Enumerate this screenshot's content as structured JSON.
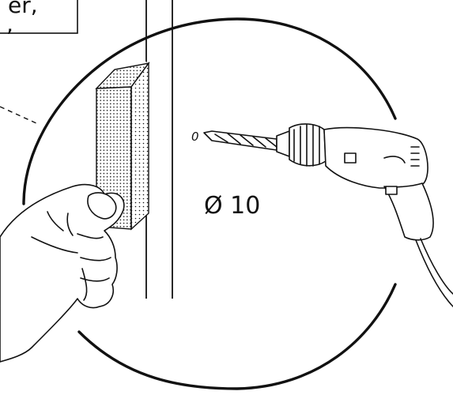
{
  "callout": {
    "line1": "er,",
    "line2": ","
  },
  "hole_mark": "0",
  "diameter_label": "Ø 10",
  "colors": {
    "ink": "#111111",
    "paper": "#ffffff"
  }
}
